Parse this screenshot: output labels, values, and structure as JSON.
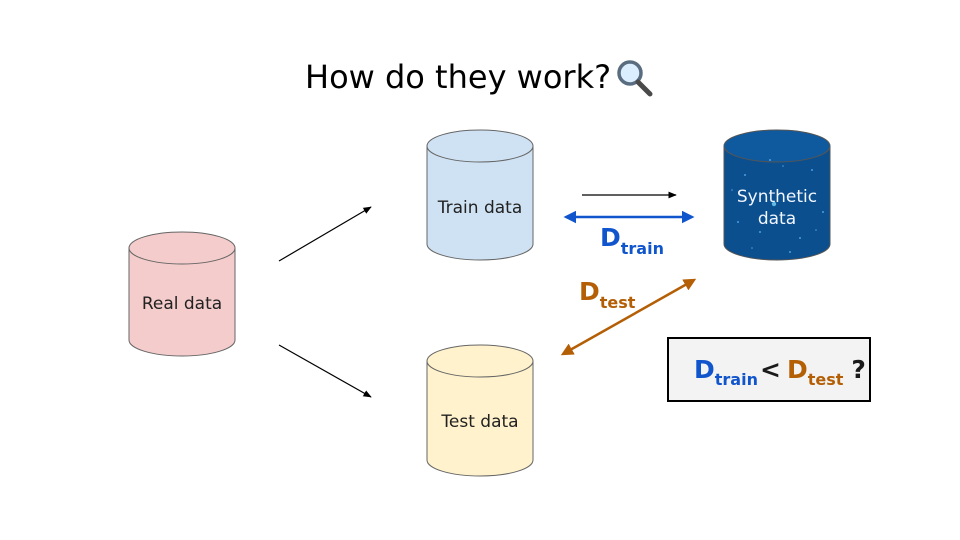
{
  "title": "How do they work?",
  "icons": {
    "title_icon": "magnifying-glass-icon"
  },
  "colors": {
    "real_fill": "#f4cccc",
    "train_fill": "#cfe2f3",
    "test_fill": "#fff2cc",
    "synthetic_fill": "#0b4f8f",
    "train_metric": "#1155cc",
    "test_metric": "#b45f06"
  },
  "nodes": {
    "real": "Real data",
    "train": "Train data",
    "test": "Test data",
    "synthetic_line1": "Synthetic",
    "synthetic_line2": "data"
  },
  "metrics": {
    "d_letter": "D",
    "train_sub": "train",
    "test_sub": "test"
  },
  "comparison": {
    "less_than": "<",
    "question": "?"
  }
}
